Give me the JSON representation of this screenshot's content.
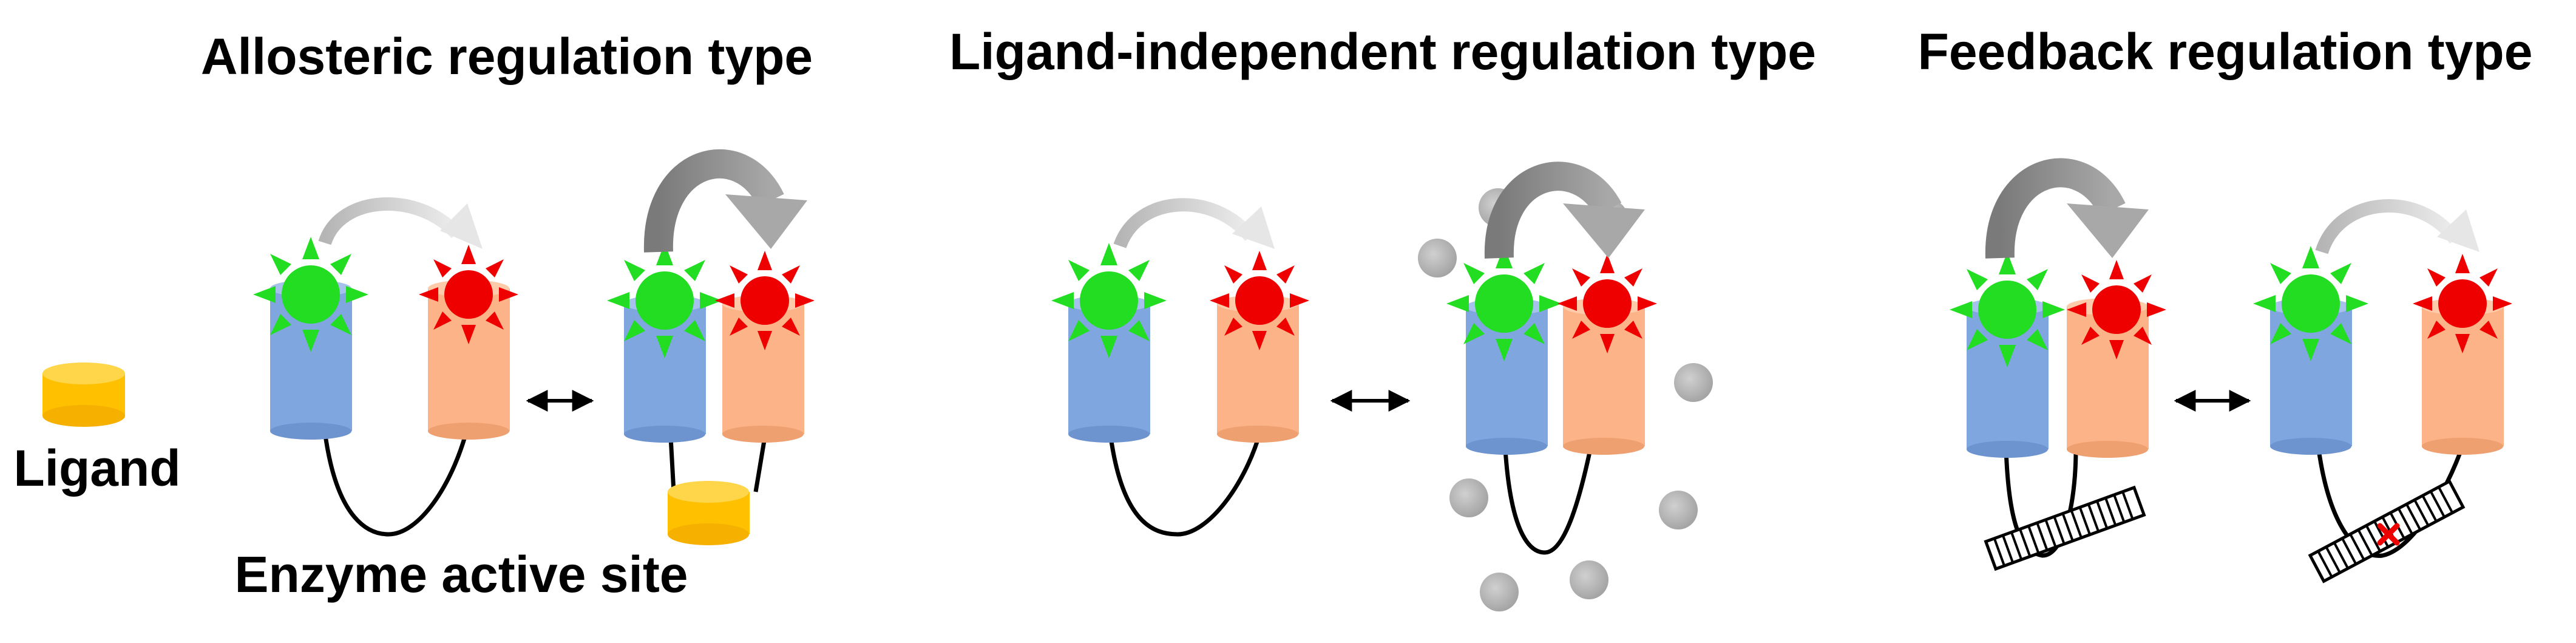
{
  "titles": {
    "allosteric": "Allosteric regulation type",
    "ligand_independent": "Ligand-independent regulation type",
    "feedback": "Feedback regulation type"
  },
  "labels": {
    "ligand": "Ligand",
    "enzyme_active_site": "Enzyme active site"
  },
  "colors": {
    "helix_blue": "#7FA6DF",
    "helix_blue_dark": "#5E86C6",
    "helix_orange": "#FBB387",
    "helix_orange_dark": "#E09365",
    "green_burst": "#22DD22",
    "red_burst": "#EE0000",
    "ligand_yellow": "#FFC000",
    "ligand_yellow_dark": "#E8A200",
    "gray_particle": "#B8B8B8",
    "arrow_light": "#DCDCDC",
    "arrow_dark": "#8C8C8C"
  }
}
